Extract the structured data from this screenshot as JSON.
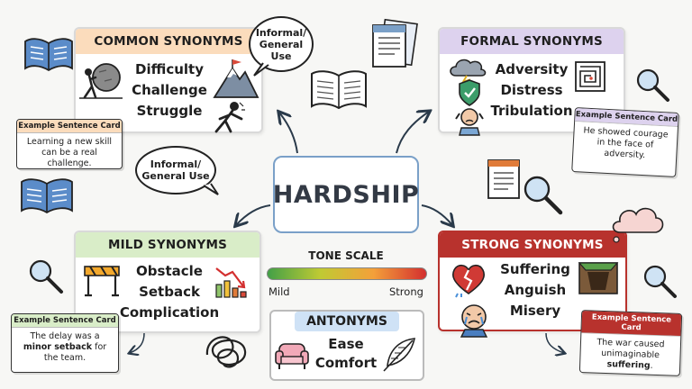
{
  "center": {
    "title": "HARDSHIP"
  },
  "common": {
    "header": "COMMON SYNONYMS",
    "words": [
      "Difficulty",
      "Challenge",
      "Struggle"
    ],
    "bubble": "Informal/\nGeneral\nUse",
    "sentence_title": "Example Sentence Card",
    "sentence": "Learning a new skill can be a real challenge."
  },
  "formal": {
    "header": "FORMAL SYNONYMS",
    "words": [
      "Adversity",
      "Distress",
      "Tribulation"
    ],
    "sentence_title": "Example Sentence Card",
    "sentence": "He showed courage in the face of adversity."
  },
  "mild": {
    "header": "MILD SYNONYMS",
    "words": [
      "Obstacle",
      "Setback",
      "Complication"
    ],
    "bubble": "Informal/\nGeneral Use",
    "sentence_title": "Example Sentence Card",
    "sentence_pre": "The delay was a ",
    "sentence_bold": "minor setback",
    "sentence_post": " for the team."
  },
  "strong": {
    "header": "STRONG SYNONYMS",
    "words": [
      "Suffering",
      "Anguish",
      "Misery"
    ],
    "sentence_title": "Example Sentence Card",
    "sentence_pre": "The war caused unimaginable ",
    "sentence_bold": "suffering",
    "sentence_post": "."
  },
  "tone": {
    "title": "TONE SCALE",
    "min": "Mild",
    "max": "Strong"
  },
  "antonyms": {
    "header": "ANTONYMS",
    "words": [
      "Ease",
      "Comfort"
    ]
  },
  "colors": {
    "common": "#fbdcbc",
    "formal": "#ddd2ee",
    "mild": "#d9edc8",
    "strong": "#b8322d",
    "center_border": "#7aa0c8",
    "antonyms": "#cfe2f6"
  },
  "icons": [
    "open-book-icon",
    "boulder-push-icon",
    "mountain-flag-icon",
    "struggle-person-icon",
    "storm-cloud-icon",
    "shield-icon",
    "stressed-person-icon",
    "maze-icon",
    "magnifier-icon",
    "documents-icon",
    "barrier-icon",
    "falling-chart-icon",
    "tangle-icon",
    "broken-heart-icon",
    "pit-icon",
    "crying-face-icon",
    "armchair-icon",
    "feather-icon",
    "thought-cloud-icon"
  ]
}
